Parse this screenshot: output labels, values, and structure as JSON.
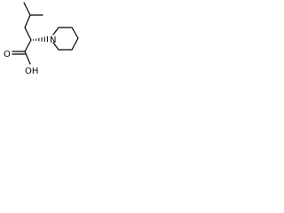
{
  "molecule": {
    "atom_labels": {
      "nitrogen": "N",
      "acid_oxygen": "O",
      "hydroxyl": "OH"
    },
    "stereo_bond": "hashed-wedge",
    "ink_color": "#000000",
    "background_color": "#ffffff"
  }
}
